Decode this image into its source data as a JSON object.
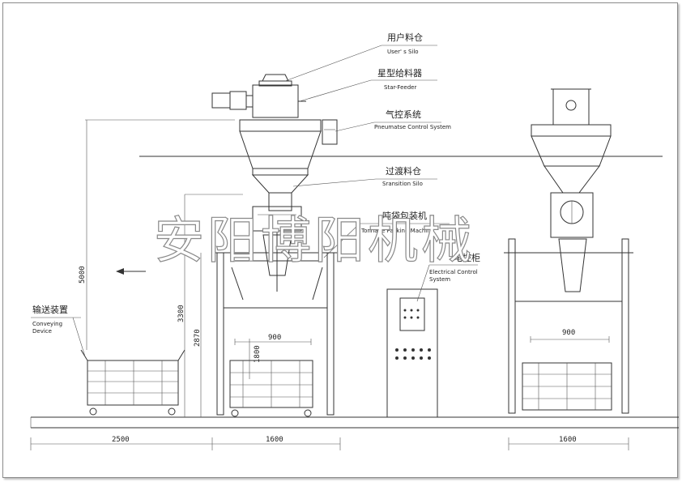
{
  "labels": {
    "users_silo_cn": "用户料仓",
    "users_silo_en": "User' s Silo",
    "star_feeder_cn": "星型给料器",
    "star_feeder_en": "Star-Feeder",
    "pneumatic_cn": "气控系统",
    "pneumatic_en": "Pneumatse Control System",
    "transition_cn": "过渡料仓",
    "transition_en": "Sransition Silo",
    "packing_cn": "吨袋包装机",
    "packing_en": "Tonnage Packing Machine",
    "electrical_cn": "电控柜",
    "electrical_en_1": "Electrical Control",
    "electrical_en_2": "System",
    "conveying_cn": "输送装置",
    "conveying_en_1": "Conveying",
    "conveying_en_2": "Device"
  },
  "dimensions": {
    "d5000": "5000",
    "d3300": "3300",
    "d2870": "2870",
    "d900_left": "900",
    "d1800": "1800",
    "d900_right": "900",
    "d2500": "2500",
    "d1600_left": "1600",
    "d1600_right": "1600"
  },
  "watermark": "安阳博阳机械"
}
